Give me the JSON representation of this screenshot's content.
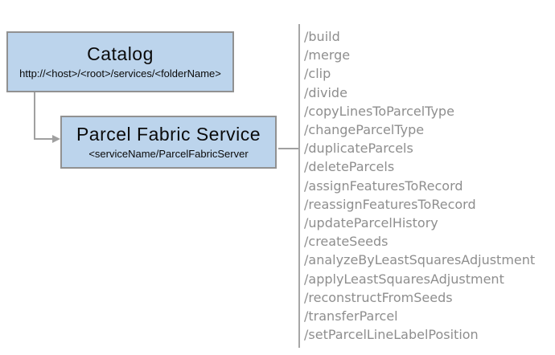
{
  "diagram": {
    "catalog_box": {
      "title": "Catalog",
      "subtitle": "http://<host>/<root>/services/<folderName>"
    },
    "service_box": {
      "title": "Parcel Fabric Service",
      "subtitle": "<serviceName/ParcelFabricServer"
    }
  },
  "endpoints": {
    "items": [
      "/build",
      "/merge",
      "/clip",
      "/divide",
      "/copyLinesToParcelType",
      "/changeParcelType",
      "/duplicateParcels",
      "/deleteParcels",
      "/assignFeaturesToRecord",
      "/reassignFeaturesToRecord",
      "/updateParcelHistory",
      "/createSeeds",
      "/analyzeByLeastSquaresAdjustment",
      "/applyLeastSquaresAdjustment",
      "/reconstructFromSeeds",
      "/transferParcel",
      "/setParcelLineLabelPosition"
    ]
  },
  "colors": {
    "box_fill": "#bcd4ec",
    "box_border": "#919191",
    "connector": "#a0a0a0",
    "divider": "#a6a6a6",
    "endpoint_text": "#8e8e8e",
    "title_text": "#0a0a0a",
    "background": "#ffffff"
  }
}
